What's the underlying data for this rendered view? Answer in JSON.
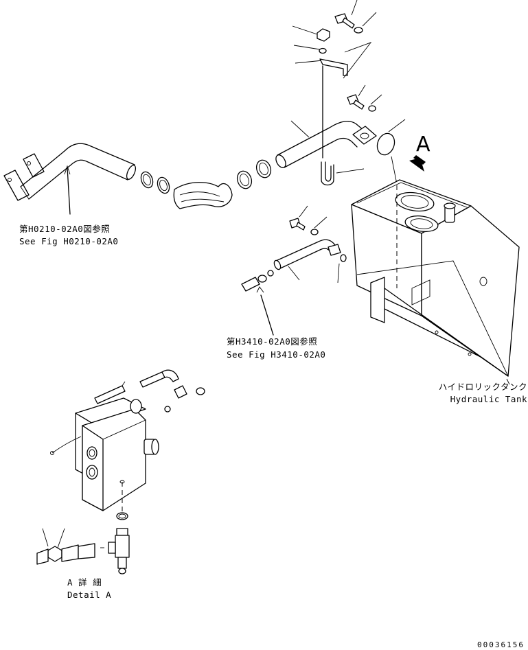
{
  "diagram": {
    "callouts": {
      "fig_h0210_jp": "第H0210-02A0図参照",
      "fig_h0210_en": "See Fig H0210-02A0",
      "fig_h3410_jp": "第H3410-02A0図参照",
      "fig_h3410_en": "See Fig H3410-02A0"
    },
    "tank_label_jp": "ハイドロリックタンク",
    "tank_label_en": "Hydraulic Tank",
    "view_marker": "A",
    "detail_label_jp": "A 詳 細",
    "detail_label_en": "Detail A",
    "drawing_number": "00036156"
  }
}
